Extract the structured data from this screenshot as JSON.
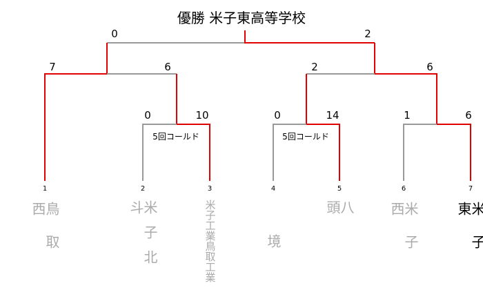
{
  "title": "優勝 米子東高等学校",
  "colors": {
    "winner_line": "#e00000",
    "loser_line": "#999999",
    "loser_text": "#aaaaaa",
    "winner_text": "#000000"
  },
  "teams": [
    {
      "seed": "1",
      "name": "鳥取西"
    },
    {
      "seed": "2",
      "name": "米子北斗"
    },
    {
      "seed": "3",
      "name": "米子工業鳥取工業"
    },
    {
      "seed": "4",
      "name": "境"
    },
    {
      "seed": "5",
      "name": "八頭"
    },
    {
      "seed": "6",
      "name": "米子西"
    },
    {
      "seed": "7",
      "name": "米子東"
    }
  ],
  "round1": [
    {
      "left_score": "0",
      "right_score": "10",
      "note": "5回コールド"
    },
    {
      "left_score": "0",
      "right_score": "14",
      "note": "5回コールド"
    },
    {
      "left_score": "1",
      "right_score": "6"
    }
  ],
  "semifinals": [
    {
      "left_score": "7",
      "right_score": "6"
    },
    {
      "left_score": "2",
      "right_score": "6"
    }
  ],
  "final": {
    "left_score": "0",
    "right_score": "2"
  }
}
